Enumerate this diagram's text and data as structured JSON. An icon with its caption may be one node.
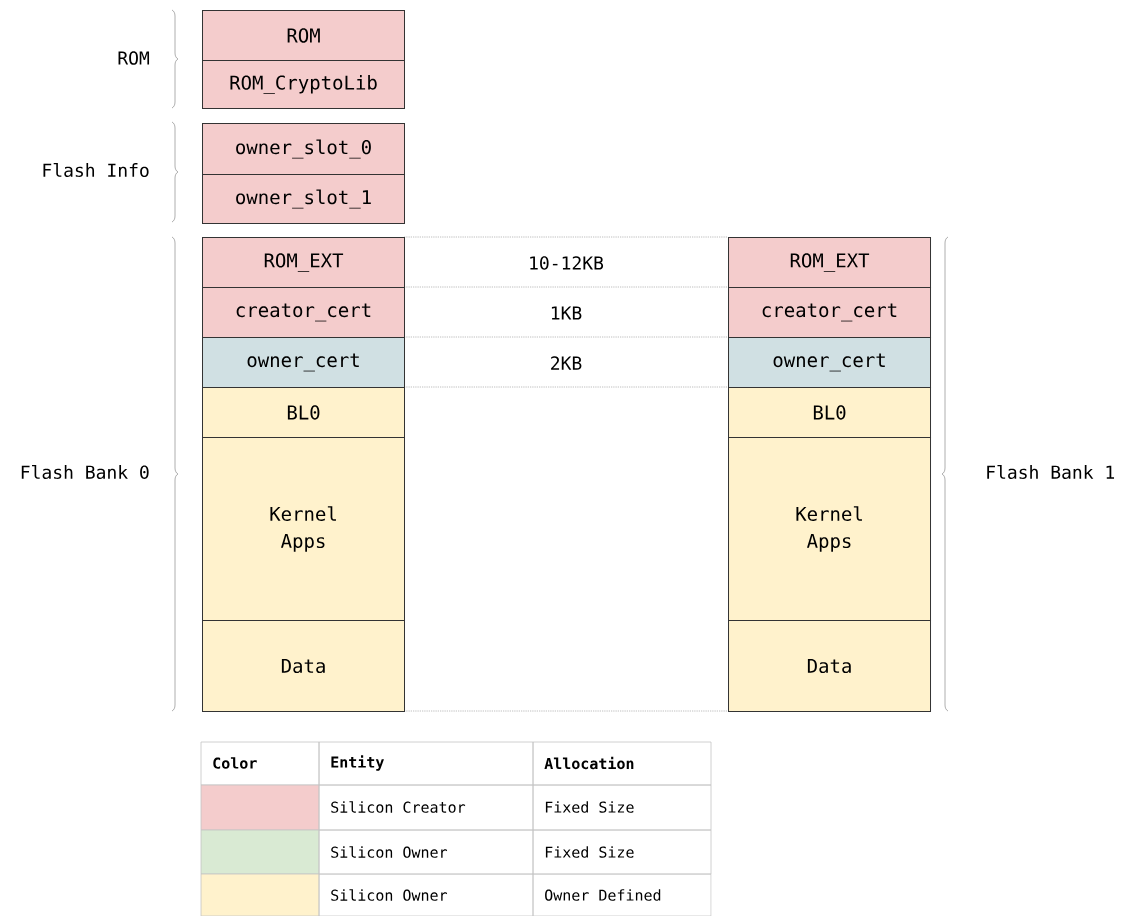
{
  "diagram": {
    "nodes": [
      {
        "text": [
          "ROM"
        ]
      },
      {
        "text": [
          "ROM_CryptoLib"
        ]
      },
      {
        "text": [
          "owner_slot_0"
        ]
      },
      {
        "text": [
          "owner_slot_1"
        ]
      },
      {
        "text": [
          "ROM_EXT"
        ]
      },
      {
        "text": [
          "creator_cert"
        ]
      },
      {
        "text": [
          "owner_cert"
        ]
      },
      {
        "text": [
          "BL0"
        ]
      },
      {
        "text": [
          "Kernel Apps"
        ]
      },
      {
        "text": [
          "Data"
        ]
      },
      {
        "text": [
          "ROM_EXT"
        ]
      },
      {
        "text": [
          "creator_cert"
        ]
      },
      {
        "text": [
          "owner_cert"
        ]
      },
      {
        "text": [
          "BL0"
        ]
      },
      {
        "text": [
          "Kernel Apps"
        ]
      },
      {
        "text": [
          "Data"
        ]
      }
    ],
    "labels": [
      "ROM",
      "Flash Info",
      "Flash Bank 0",
      "Flash Bank 1",
      "10-12KB",
      "1KB",
      "2KB",
      "Color",
      "Entity",
      "Allocation",
      "Fixed Size",
      "Fixed Size",
      "Owner Defined"
    ],
    "legend": [
      {
        "text": "Silicon Creator",
        "color": "#f4cccc"
      },
      {
        "text": "Silicon Owner",
        "color": "#d9ead3"
      },
      {
        "text": "Silicon Owner",
        "color": "#fff2cc"
      }
    ]
  }
}
